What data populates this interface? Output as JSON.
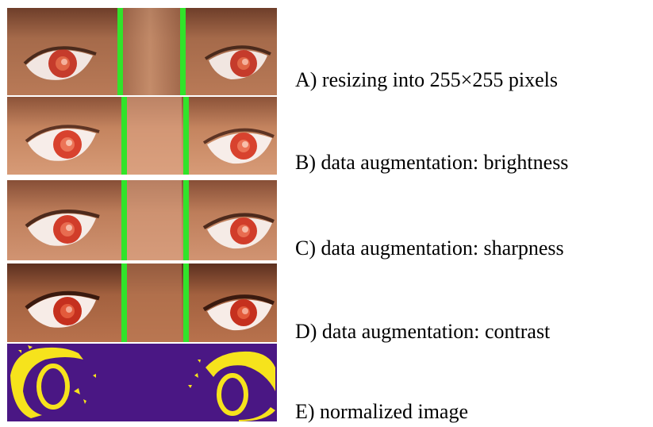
{
  "colors": {
    "skin_base": "#b7744f",
    "skin_dark": "#7a4a33",
    "iris": "#d8422e",
    "pupil_glint": "#f2a890",
    "sclera": "#f4e9e4",
    "center_line": "#31e32a",
    "normalized_bg": "#4a1784",
    "normalized_fg": "#f6e31c"
  },
  "panels": [
    {
      "id": "a",
      "caption": "A) resizing into 255×255 pixels"
    },
    {
      "id": "b",
      "caption": "B) data augmentation: brightness"
    },
    {
      "id": "c",
      "caption": "C) data augmentation: sharpness"
    },
    {
      "id": "d",
      "caption": "D) data augmentation: contrast"
    },
    {
      "id": "e",
      "caption": "E) normalized image"
    }
  ]
}
